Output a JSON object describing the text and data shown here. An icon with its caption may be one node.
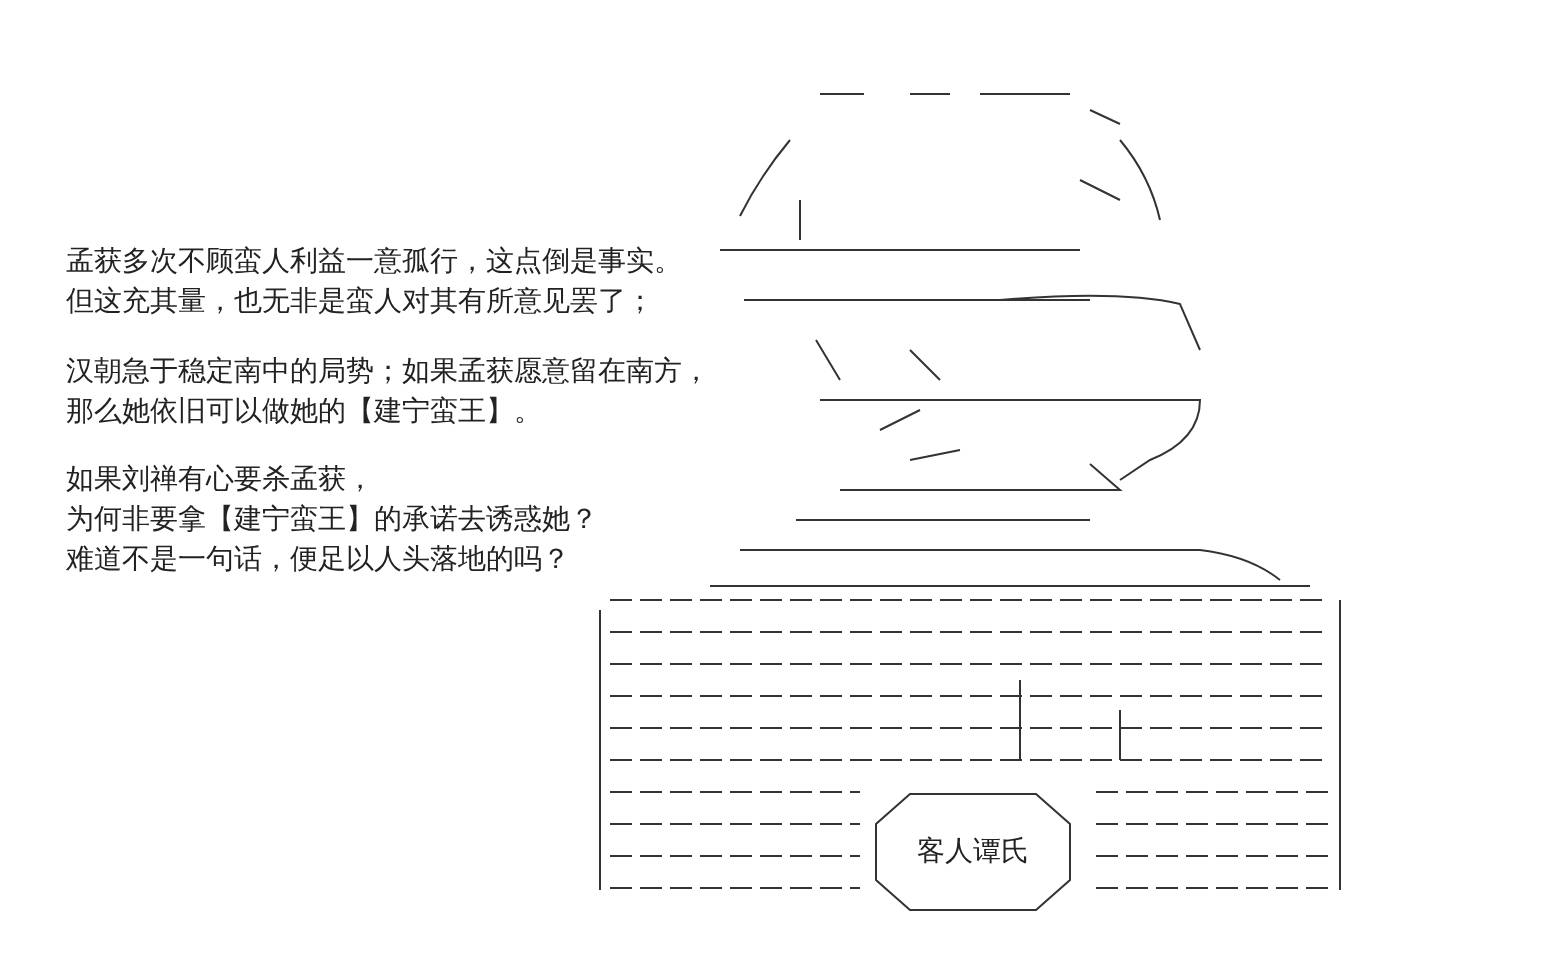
{
  "diagram": {
    "nodes": [
      {
        "text": [
          "客人谭氏"
        ]
      }
    ],
    "labels": [
      "孟获多次不顾蛮人利益一意孤行，这点倒是事实。",
      "但这充其量，也无非是蛮人对其有所意见罢了；",
      "汉朝急于稳定南中的局势；如果孟获愿意留在南方，",
      "那么她依旧可以做她的【建宁蛮王】。",
      "如果刘禅有心要杀孟获，",
      "为何非要拿【建宁蛮王】的承诺去诱惑她？",
      "难道不是一句话，便足以人头落地的吗？"
    ]
  }
}
